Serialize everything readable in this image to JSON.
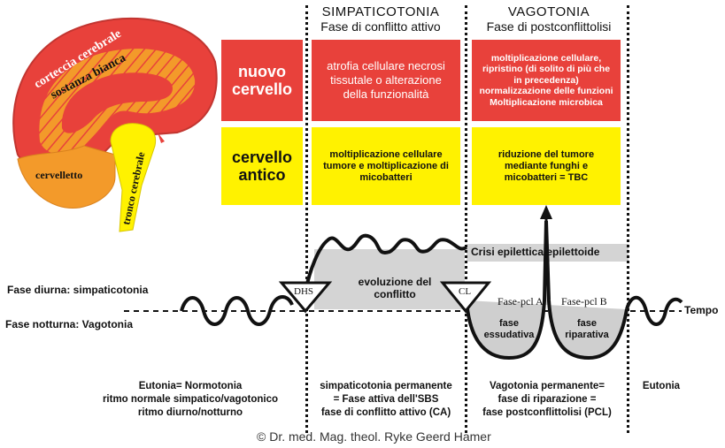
{
  "columns": {
    "simpatico": {
      "title": "SIMPATICOTONIA",
      "subtitle": "Fase di conflitto attivo"
    },
    "vago": {
      "title": "VAGOTONIA",
      "subtitle": "Fase di postconflittolisi"
    }
  },
  "brain": {
    "cortex": "corteccia cerebrale",
    "white_matter": "sostanza bianca",
    "cerebellum": "cervelletto",
    "brainstem": "tronco cerebrale"
  },
  "rows": {
    "new_brain": {
      "label_line1": "nuovo",
      "label_line2": "cervello",
      "active": "atrofia cellulare necrosi tissutale o alterazione della funzionalità",
      "healing": "moltiplicazione cellulare, ripristino (di solito di più che in precedenza) normalizzazione delle funzioni Moltiplicazione microbica"
    },
    "old_brain": {
      "label_line1": "cervello",
      "label_line2": "antico",
      "active": "moltiplicazione cellulare tumore e moltiplicazione di micobatteri",
      "healing": "riduzione del tumore mediante funghi e micobatteri = TBC"
    }
  },
  "graph": {
    "day_phase": "Fase diurna: simpaticotonia",
    "night_phase": "Fase notturna: Vagotonia",
    "time_label": "Tempo",
    "dhs": "DHS",
    "cl": "CL",
    "evolution": "evoluzione del conflitto",
    "crisis": "Crisi epilettica/epilettoide",
    "pcl_a": "Fase-pcl A",
    "pcl_b": "Fase-pcl B",
    "exudative": "fase essudativa",
    "reparative": "fase riparativa"
  },
  "bottom": {
    "eutonia_left_1": "Eutonia= Normotonia",
    "eutonia_left_2": "ritmo normale simpatico/vagotonico",
    "eutonia_left_3": "ritmo diurno/notturno",
    "simp_1": "simpaticotonia permanente",
    "simp_2": "= Fase attiva dell'SBS",
    "simp_3": "fase di conflitto attivo (CA)",
    "vago_1": "Vagotonia permanente=",
    "vago_2": "fase di riparazione =",
    "vago_3": "fase postconflittolisi (PCL)",
    "eutonia_right": "Eutonia"
  },
  "copyright": "© Dr. med. Mag. theol. Ryke Geerd Hamer",
  "colors": {
    "red": "#e8413b",
    "yellow": "#fff200",
    "gray": "#d4d4d4"
  }
}
